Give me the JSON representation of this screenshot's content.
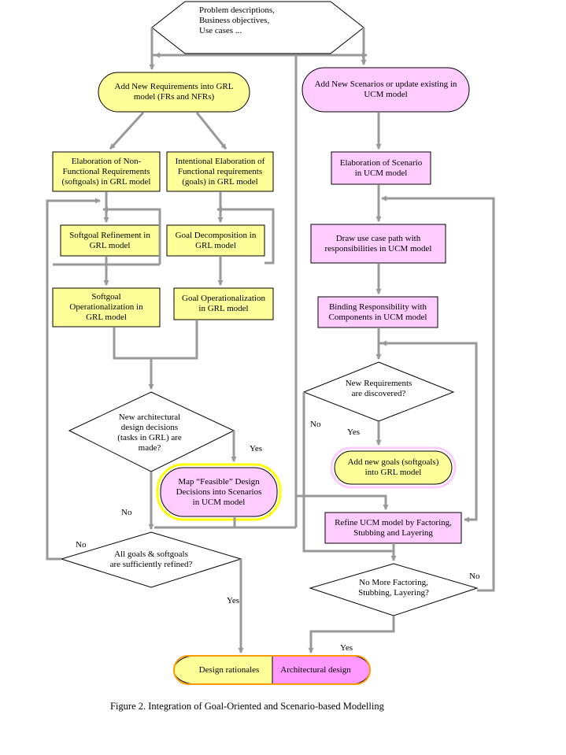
{
  "colors": {
    "yellow": "#ffff99",
    "pink": "#ffccff",
    "magenta": "#ff99ff",
    "border": "#000000",
    "arrow": "#999999",
    "highlight_yellow": "#ffff00"
  },
  "nodes": {
    "start": "Problem descriptions,\nBusiness objectives,\nUse cases ...",
    "add_req": "Add New Requirements into GRL\nmodel (FRs and NFRs)",
    "add_scen": "Add New Scenarios or update existing in\nUCM model",
    "elab_nfr": "Elaboration of Non-\nFunctional Requirements\n(softgoals) in GRL model",
    "intent_elab": "Intentional Elaboration of\nFunctional requirements\n(goals) in GRL model",
    "elab_scen": "Elaboration of Scenario\nin UCM model",
    "softgoal_ref": "Softgoal Refinement in\nGRL model",
    "goal_decomp": "Goal Decomposition in\nGRL model",
    "draw_path": "Draw use case path with\nresponsibilities in UCM model",
    "softgoal_op": "Softgoal\nOperationalization in\nGRL model",
    "goal_op": "Goal Operationalization\nin GRL model",
    "binding": "Binding Responsibility with\nComponents in UCM model",
    "new_req_q": "New Requirements\nare discovered?",
    "new_arch_q": "New architectural\ndesign decisions\n(tasks in GRL) are\nmade?",
    "add_goals": "Add new goals (softgoals)\ninto GRL model",
    "map_feasible": "Map “Feasible” Design\nDecisions into Scenarios\nin UCM model",
    "refine_ucm": "Refine UCM model by Factoring,\nStubbing and Layering",
    "all_goals_q": "All goals & softgoals\nare sufficiently refined?",
    "no_more_q": "No More Factoring,\nStubbing, Layering?",
    "design_rat": "Design rationales",
    "arch_design": "Architectural design"
  },
  "branch_labels": {
    "yes_arch": "Yes",
    "no_arch": "No",
    "no_req": "No",
    "yes_req": "Yes",
    "no_goals": "No",
    "yes_goals": "Yes",
    "no_more_no": "No",
    "no_more_yes": "Yes"
  },
  "caption": "Figure 2. Integration of Goal-Oriented and Scenario-based Modelling"
}
